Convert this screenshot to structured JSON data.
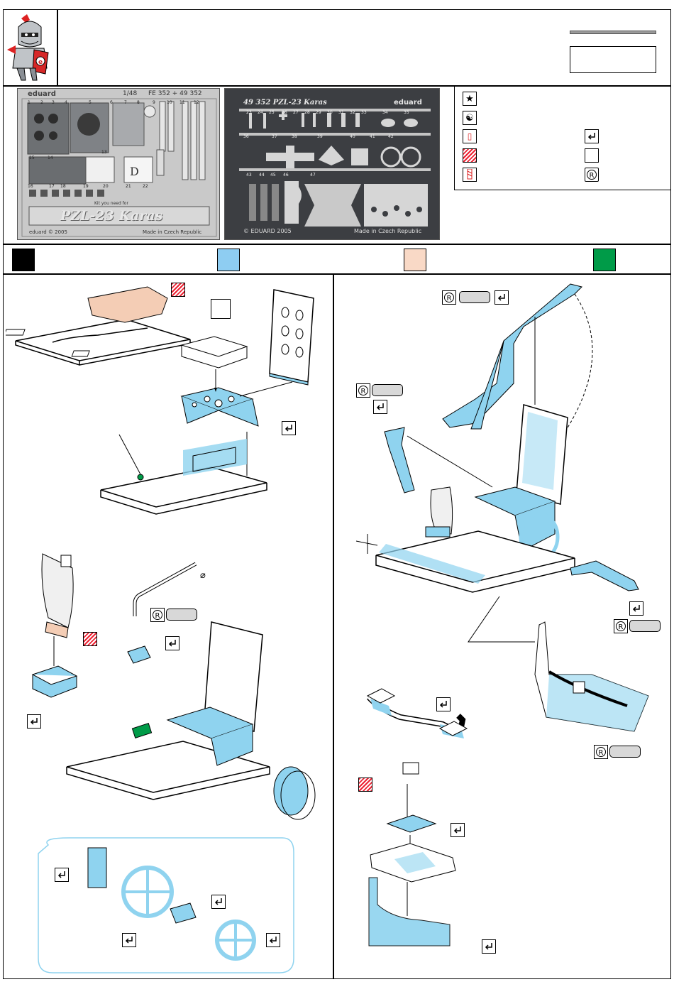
{
  "fret_left": {
    "scale": "1/48",
    "codes": "FE 352 + 49 352",
    "brand": "eduard",
    "title": "PZL-23 Karas",
    "copyright": "eduard © 2005",
    "origin": "Made in Czech Republic",
    "note": "Kit you need for",
    "part_numbers": [
      "1",
      "2",
      "3",
      "4",
      "5",
      "6",
      "7",
      "8",
      "9",
      "10",
      "11",
      "12",
      "13",
      "14",
      "15",
      "16",
      "17",
      "18",
      "19",
      "20",
      "21",
      "22"
    ]
  },
  "fret_right": {
    "code_title": "49 352  PZL-23 Karas",
    "brand": "eduard",
    "copyright": "© EDUARD 2005",
    "origin": "Made in Czech Republic",
    "part_numbers": [
      "23",
      "24",
      "25",
      "26",
      "27",
      "28",
      "29",
      "30",
      "31",
      "32",
      "33",
      "34",
      "35",
      "36",
      "37",
      "38",
      "39",
      "40",
      "41",
      "42",
      "43",
      "44",
      "45",
      "46",
      "47"
    ]
  },
  "colors": {
    "swatches": [
      "#000000",
      "#8ecdf2",
      "#f9d9c6",
      "#009b48"
    ],
    "photo_etch_blue": "#8fd3ef",
    "resin_peach": "#f4cdb5"
  },
  "legend_icons": [
    "star-icon",
    "yin-yang-icon",
    "paper-icon",
    "etch-sheet-icon",
    "drill-icon",
    "bend-icon",
    "empty-box-icon",
    "resin-r-icon"
  ]
}
